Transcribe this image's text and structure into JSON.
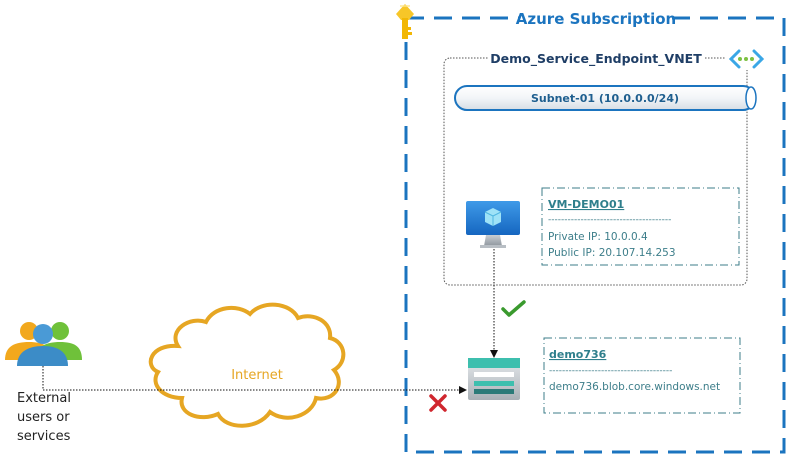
{
  "subscription": {
    "title": "Azure Subscription",
    "icon": "key-icon",
    "border_color": "#1b74bf"
  },
  "vnet": {
    "title": "Demo_Service_Endpoint_VNET",
    "icon": "vnet-icon"
  },
  "subnet": {
    "label": "Subnet-01 (10.0.0.0/24)"
  },
  "vm": {
    "icon": "virtual-machine-icon",
    "name": "VM-DEMO01",
    "separator": "--------------------------------------",
    "private_ip": "Private IP: 10.0.0.4",
    "public_ip": "Public IP: 20.107.14.253"
  },
  "storage": {
    "icon": "storage-account-icon",
    "name": "demo736",
    "separator": "--------------------------------------",
    "endpoint": "demo736.blob.core.windows.net"
  },
  "internet": {
    "label": "Internet",
    "color": "#e6a623"
  },
  "external": {
    "icon": "users-group-icon",
    "lines": [
      "External",
      "users or",
      "services"
    ]
  },
  "connections": {
    "vm_to_storage": {
      "status": "allowed",
      "icon": "check-icon",
      "color": "#3a9a2e"
    },
    "internet_to_storage": {
      "status": "denied",
      "icon": "cross-icon",
      "color": "#d0262e"
    }
  }
}
